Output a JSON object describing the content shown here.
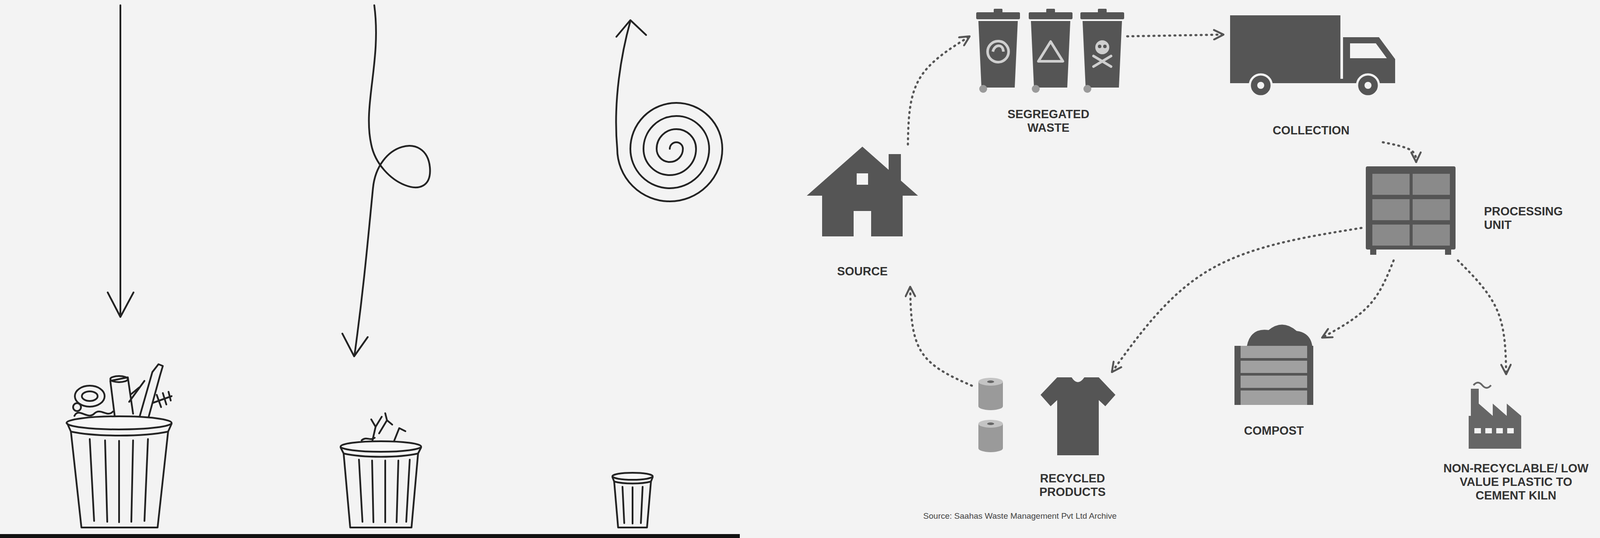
{
  "diagram": {
    "nodes": [
      {
        "text": [
          "SOURCE"
        ]
      },
      {
        "text": [
          "SEGREGATED WASTE"
        ]
      },
      {
        "text": [
          "COLLECTION"
        ]
      },
      {
        "text": [
          "PROCESSING UNIT"
        ]
      },
      {
        "text": [
          "RECYCLED PRODUCTS"
        ]
      },
      {
        "text": [
          "COMPOST"
        ]
      },
      {
        "text": [
          "NON-RECYCLABLE/ LOW VALUE PLASTIC TO CEMENT KILN"
        ]
      }
    ],
    "edges": [
      {
        "from": 0,
        "to": 1,
        "arrow": "to"
      },
      {
        "from": 1,
        "to": 2,
        "arrow": "to"
      },
      {
        "from": 2,
        "to": 3,
        "arrow": "to"
      },
      {
        "from": 3,
        "to": 4,
        "arrow": "to"
      },
      {
        "from": 3,
        "to": 5,
        "arrow": "to"
      },
      {
        "from": 3,
        "to": 6,
        "arrow": "to"
      },
      {
        "from": 4,
        "to": 0,
        "arrow": "to"
      }
    ],
    "labels": [
      "Source: Saahas Waste Management Pvt Ltd Archive"
    ]
  }
}
